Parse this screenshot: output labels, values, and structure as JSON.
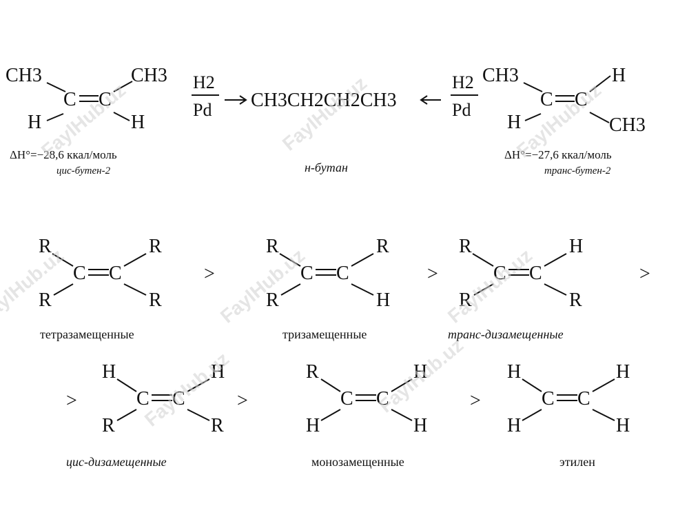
{
  "colors": {
    "ink": "#111111",
    "watermark": "#d0d0d0"
  },
  "watermark": "FaylHub.uz",
  "reaction": {
    "left": {
      "me1": "CH3",
      "me2": "CH3",
      "h1": "H",
      "h2": "H",
      "c1": "C",
      "c2": "C",
      "dh": "ΔH°=−28,6 ккал/моль",
      "name": "цис-бутен-2"
    },
    "reagent_top": "H2",
    "reagent_bottom": "Pd",
    "product": "CH3CH2CH2CH3",
    "product_name": "н-бутан",
    "right": {
      "me1": "CH3",
      "me2": "CH3",
      "h1": "H",
      "h2": "H",
      "c1": "C",
      "c2": "C",
      "dh": "ΔH°=−27,6 ккал/моль",
      "name": "транс-бутен-2"
    }
  },
  "series": {
    "gt": ">",
    "s1": {
      "tl": "R",
      "tr": "R",
      "bl": "R",
      "br": "R",
      "name": "тетразамещенные"
    },
    "s2": {
      "tl": "R",
      "tr": "R",
      "bl": "R",
      "br": "H",
      "name": "тризамещенные"
    },
    "s3": {
      "tl": "R",
      "tr": "H",
      "bl": "R",
      "br": "R",
      "name": "транс-дизамещенные"
    },
    "s4": {
      "tl": "H",
      "tr": "H",
      "bl": "R",
      "br": "R",
      "name": "цис-дизамещенные"
    },
    "s5": {
      "tl": "R",
      "tr": "H",
      "bl": "H",
      "br": "H",
      "name": "монозамещенные"
    },
    "s6": {
      "tl": "H",
      "tr": "H",
      "bl": "H",
      "br": "H",
      "name": "этилен"
    }
  }
}
